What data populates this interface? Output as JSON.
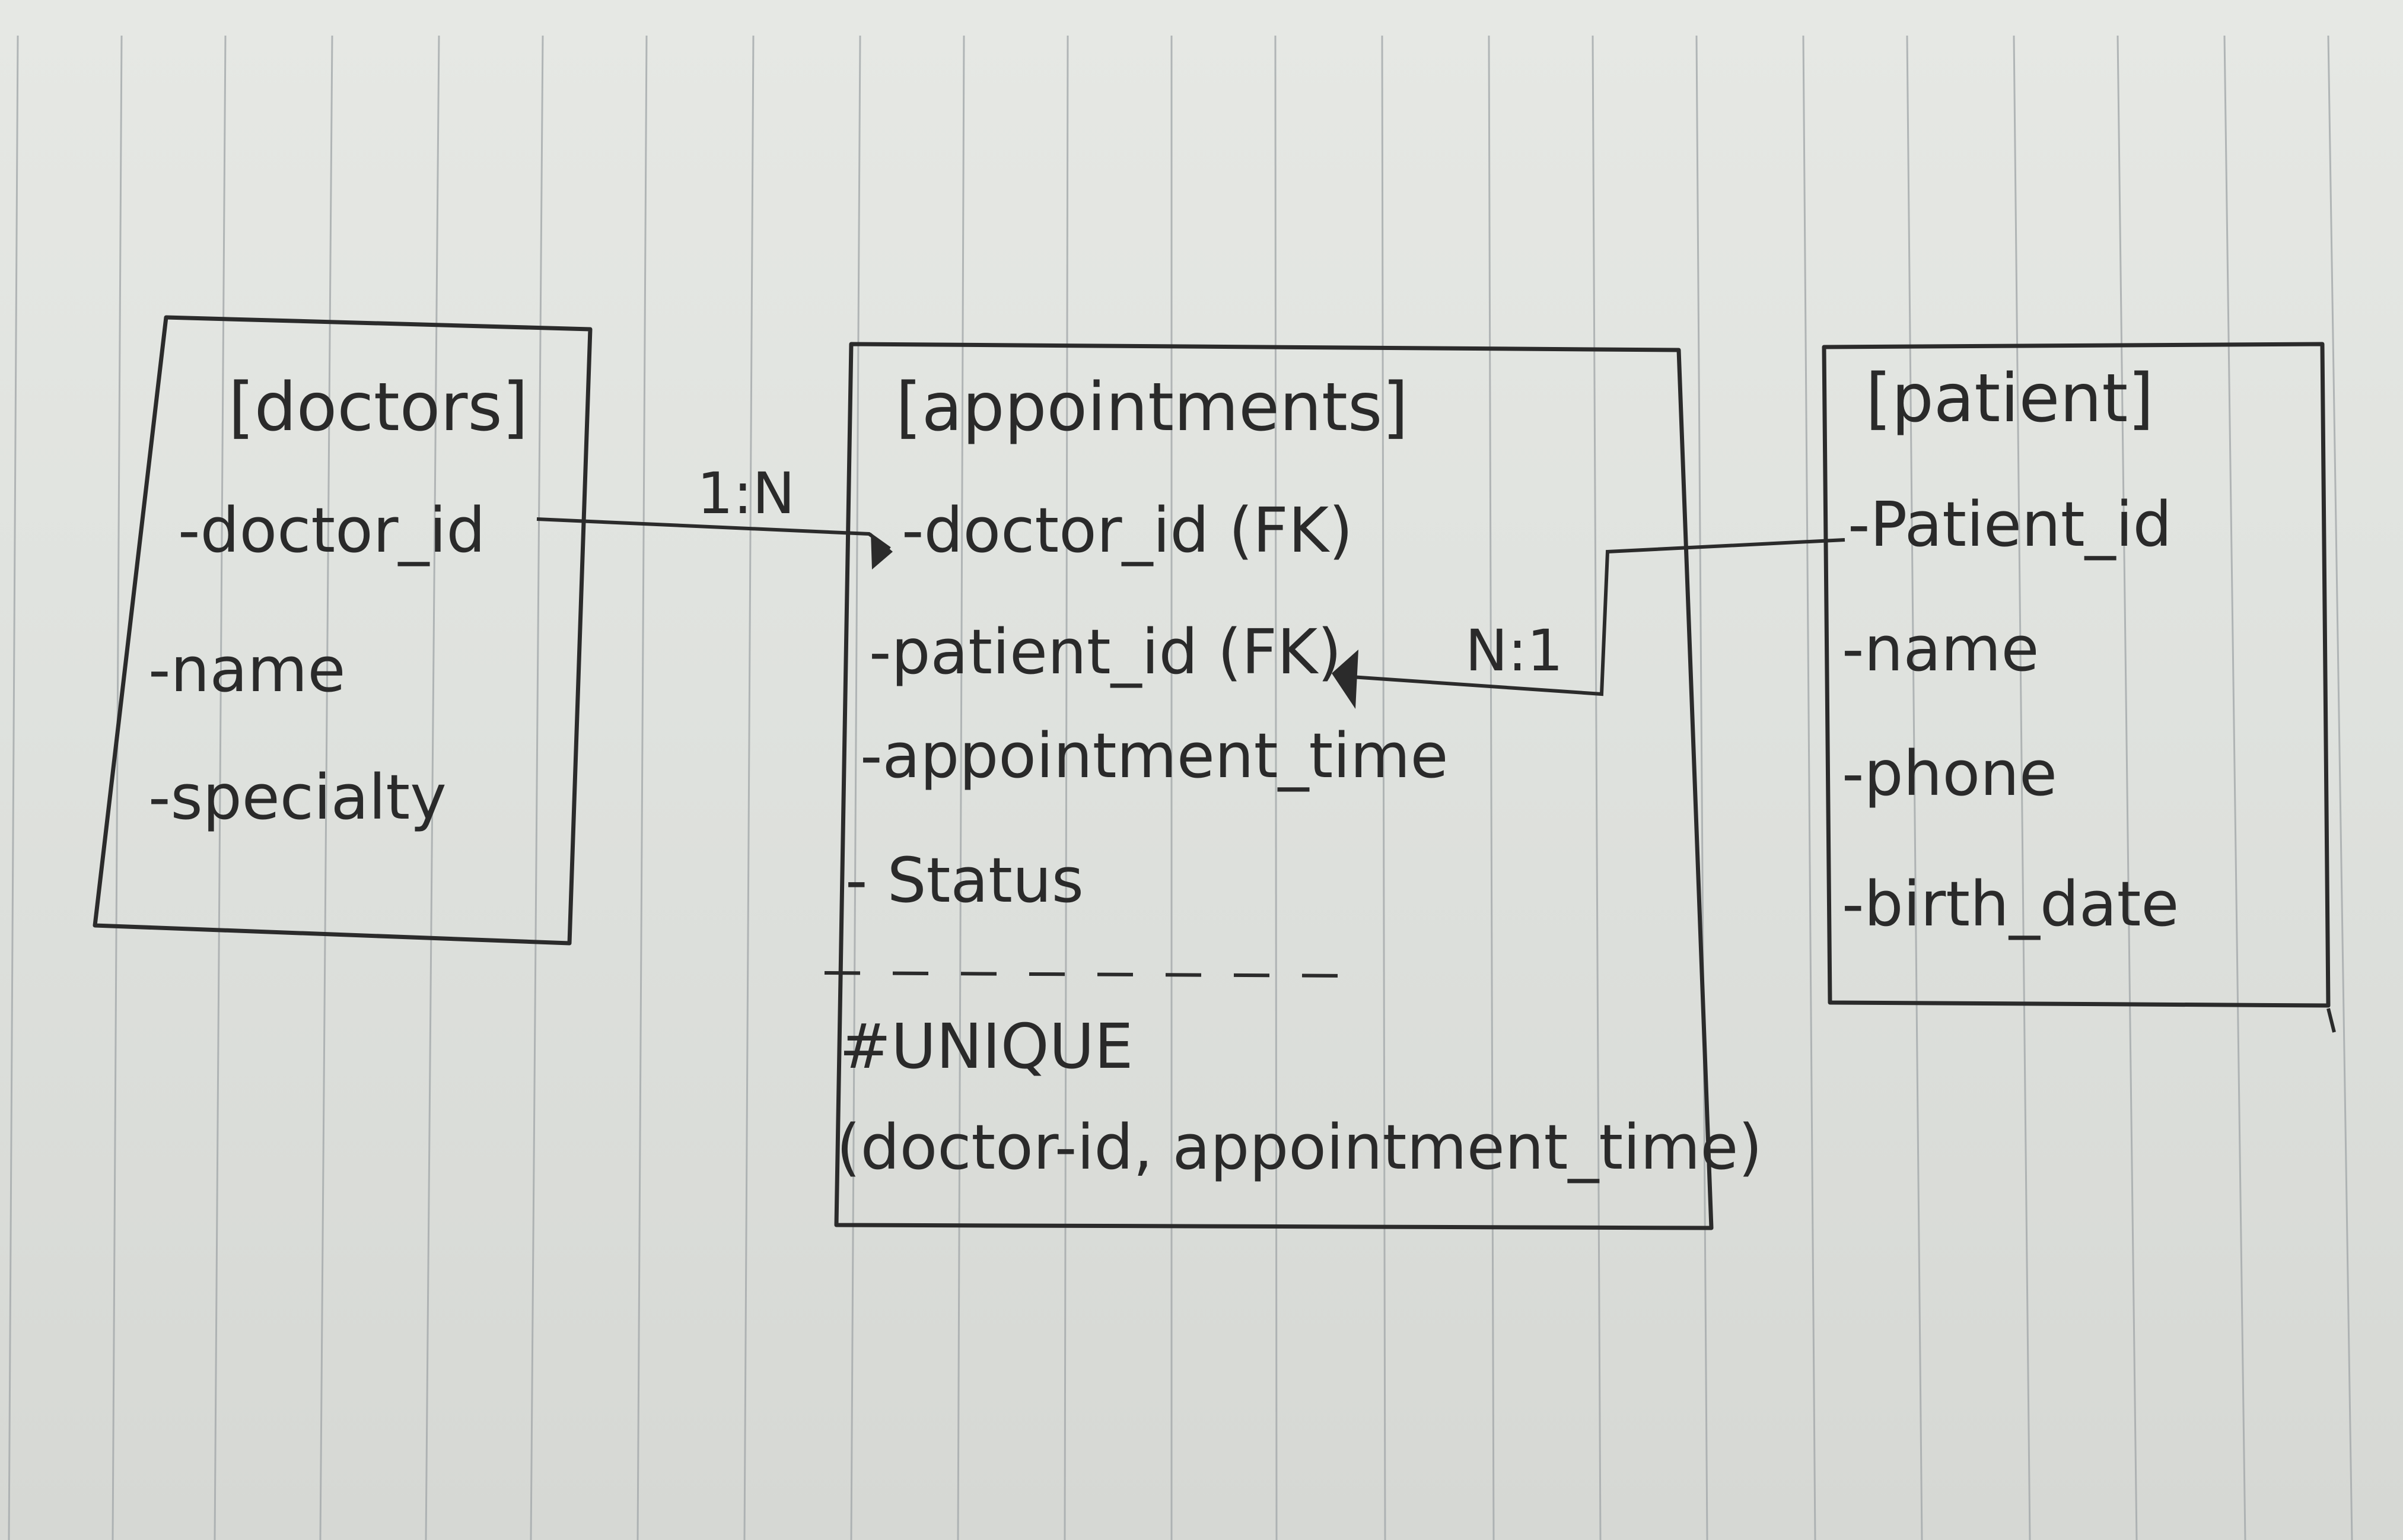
{
  "entities": {
    "doctors": {
      "title": "[doctors]",
      "fields": [
        "-doctor_id",
        "-name",
        "-specialty"
      ]
    },
    "appointments": {
      "title": "[appointments]",
      "fields": [
        "-doctor_id (FK)",
        "-patient_id (FK)",
        "-appointment_time",
        "- Status"
      ],
      "constraint_label": "#UNIQUE",
      "constraint_fields": "(doctor-id, appointment_time)"
    },
    "patient": {
      "title": "[patient]",
      "fields": [
        "-Patient_id",
        "-name",
        "-phone",
        "-birth_date"
      ]
    }
  },
  "relationships": {
    "doctors_appointments": "1:N",
    "appointments_patient": "N:1"
  },
  "colors": {
    "ink": "#2b2b2b",
    "paper": "#e2e5e1",
    "rule": "#9ea3a6"
  }
}
